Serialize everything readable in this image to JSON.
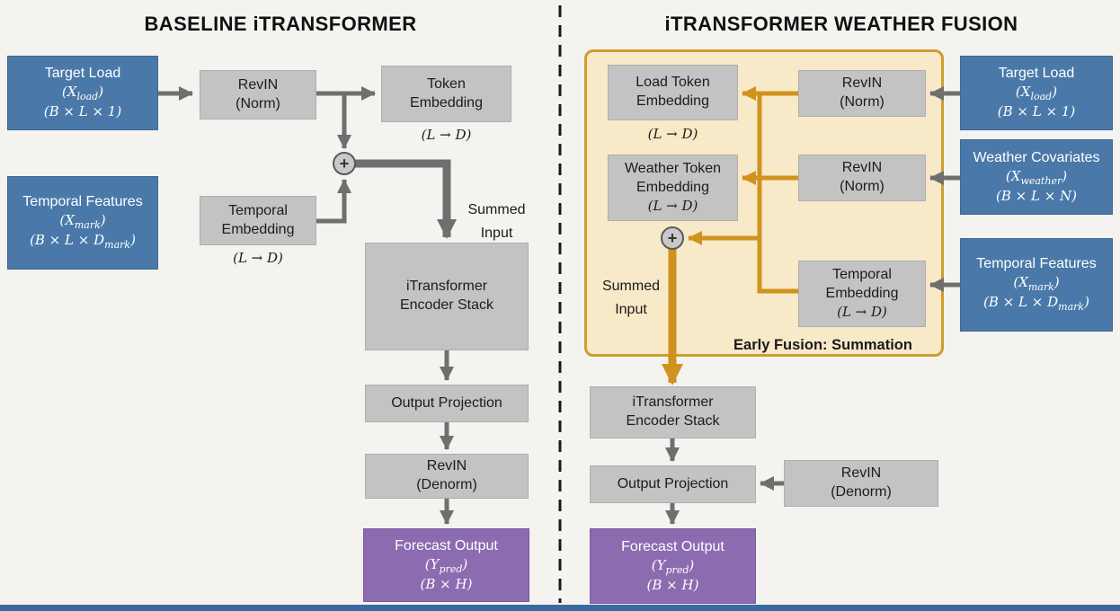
{
  "colors": {
    "input_blue": "#4a79a9",
    "module_gray": "#c3c3c4",
    "output_purple": "#8d6bb1",
    "fusion_fill": "#f8e9c8",
    "fusion_border": "#cf9d2f",
    "arrow_gray": "#6f6f6f",
    "arrow_orange": "#d0921f",
    "divider": "#1a1a1a",
    "bottom_bar": "#3a6ba0"
  },
  "left": {
    "title": "BASELINE iTRANSFORMER",
    "target_load": {
      "title": "Target Load",
      "math1": "(X_{load})",
      "math2": "(B × L × 1)"
    },
    "revin_norm": {
      "line1": "RevIN",
      "line2": "(Norm)"
    },
    "token_embedding": {
      "line1": "Token",
      "line2": "Embedding",
      "dim": "(L → D)"
    },
    "temporal_features": {
      "title": "Temporal Features",
      "math1": "(X_{mark})",
      "math2": "(B × L × D_{mark})"
    },
    "temporal_embedding": {
      "line1": "Temporal",
      "line2": "Embedding",
      "dim": "(L → D)"
    },
    "plus": "+",
    "summed_input": {
      "line1": "Summed",
      "line2": "Input"
    },
    "encoder": {
      "line1": "iTransformer",
      "line2": "Encoder Stack"
    },
    "output_projection": "Output Projection",
    "revin_denorm": {
      "line1": "RevIN",
      "line2": "(Denorm)"
    },
    "forecast": {
      "title": "Forecast Output",
      "math1": "(Y_{pred})",
      "math2": "(B × H)"
    }
  },
  "right": {
    "title": "iTRANSFORMER WEATHER FUSION",
    "fusion_label": "Early Fusion: Summation",
    "load_token_embedding": {
      "line1": "Load Token",
      "line2": "Embedding",
      "dim": "(L → D)"
    },
    "revin_norm_load": {
      "line1": "RevIN",
      "line2": "(Norm)"
    },
    "weather_token_embedding": {
      "line1": "Weather Token",
      "line2": "Embedding",
      "dim": "(L → D)"
    },
    "revin_norm_weather": {
      "line1": "RevIN",
      "line2": "(Norm)"
    },
    "temporal_embedding": {
      "line1": "Temporal",
      "line2": "Embedding",
      "dim": "(L → D)"
    },
    "plus": "+",
    "summed_input": {
      "line1": "Summed",
      "line2": "Input"
    },
    "target_load": {
      "title": "Target Load",
      "math1": "(X_{load})",
      "math2": "(B × L × 1)"
    },
    "weather_covariates": {
      "title": "Weather Covariates",
      "math1": "(X_{weather})",
      "math2": "(B × L × N)"
    },
    "temporal_features": {
      "title": "Temporal Features",
      "math1": "(X_{mark})",
      "math2": "(B × L × D_{mark})"
    },
    "encoder": {
      "line1": "iTransformer",
      "line2": "Encoder Stack"
    },
    "output_projection": "Output Projection",
    "revin_denorm": {
      "line1": "RevIN",
      "line2": "(Denorm)"
    },
    "forecast": {
      "title": "Forecast Output",
      "math1": "(Y_{pred})",
      "math2": "(B × H)"
    }
  }
}
